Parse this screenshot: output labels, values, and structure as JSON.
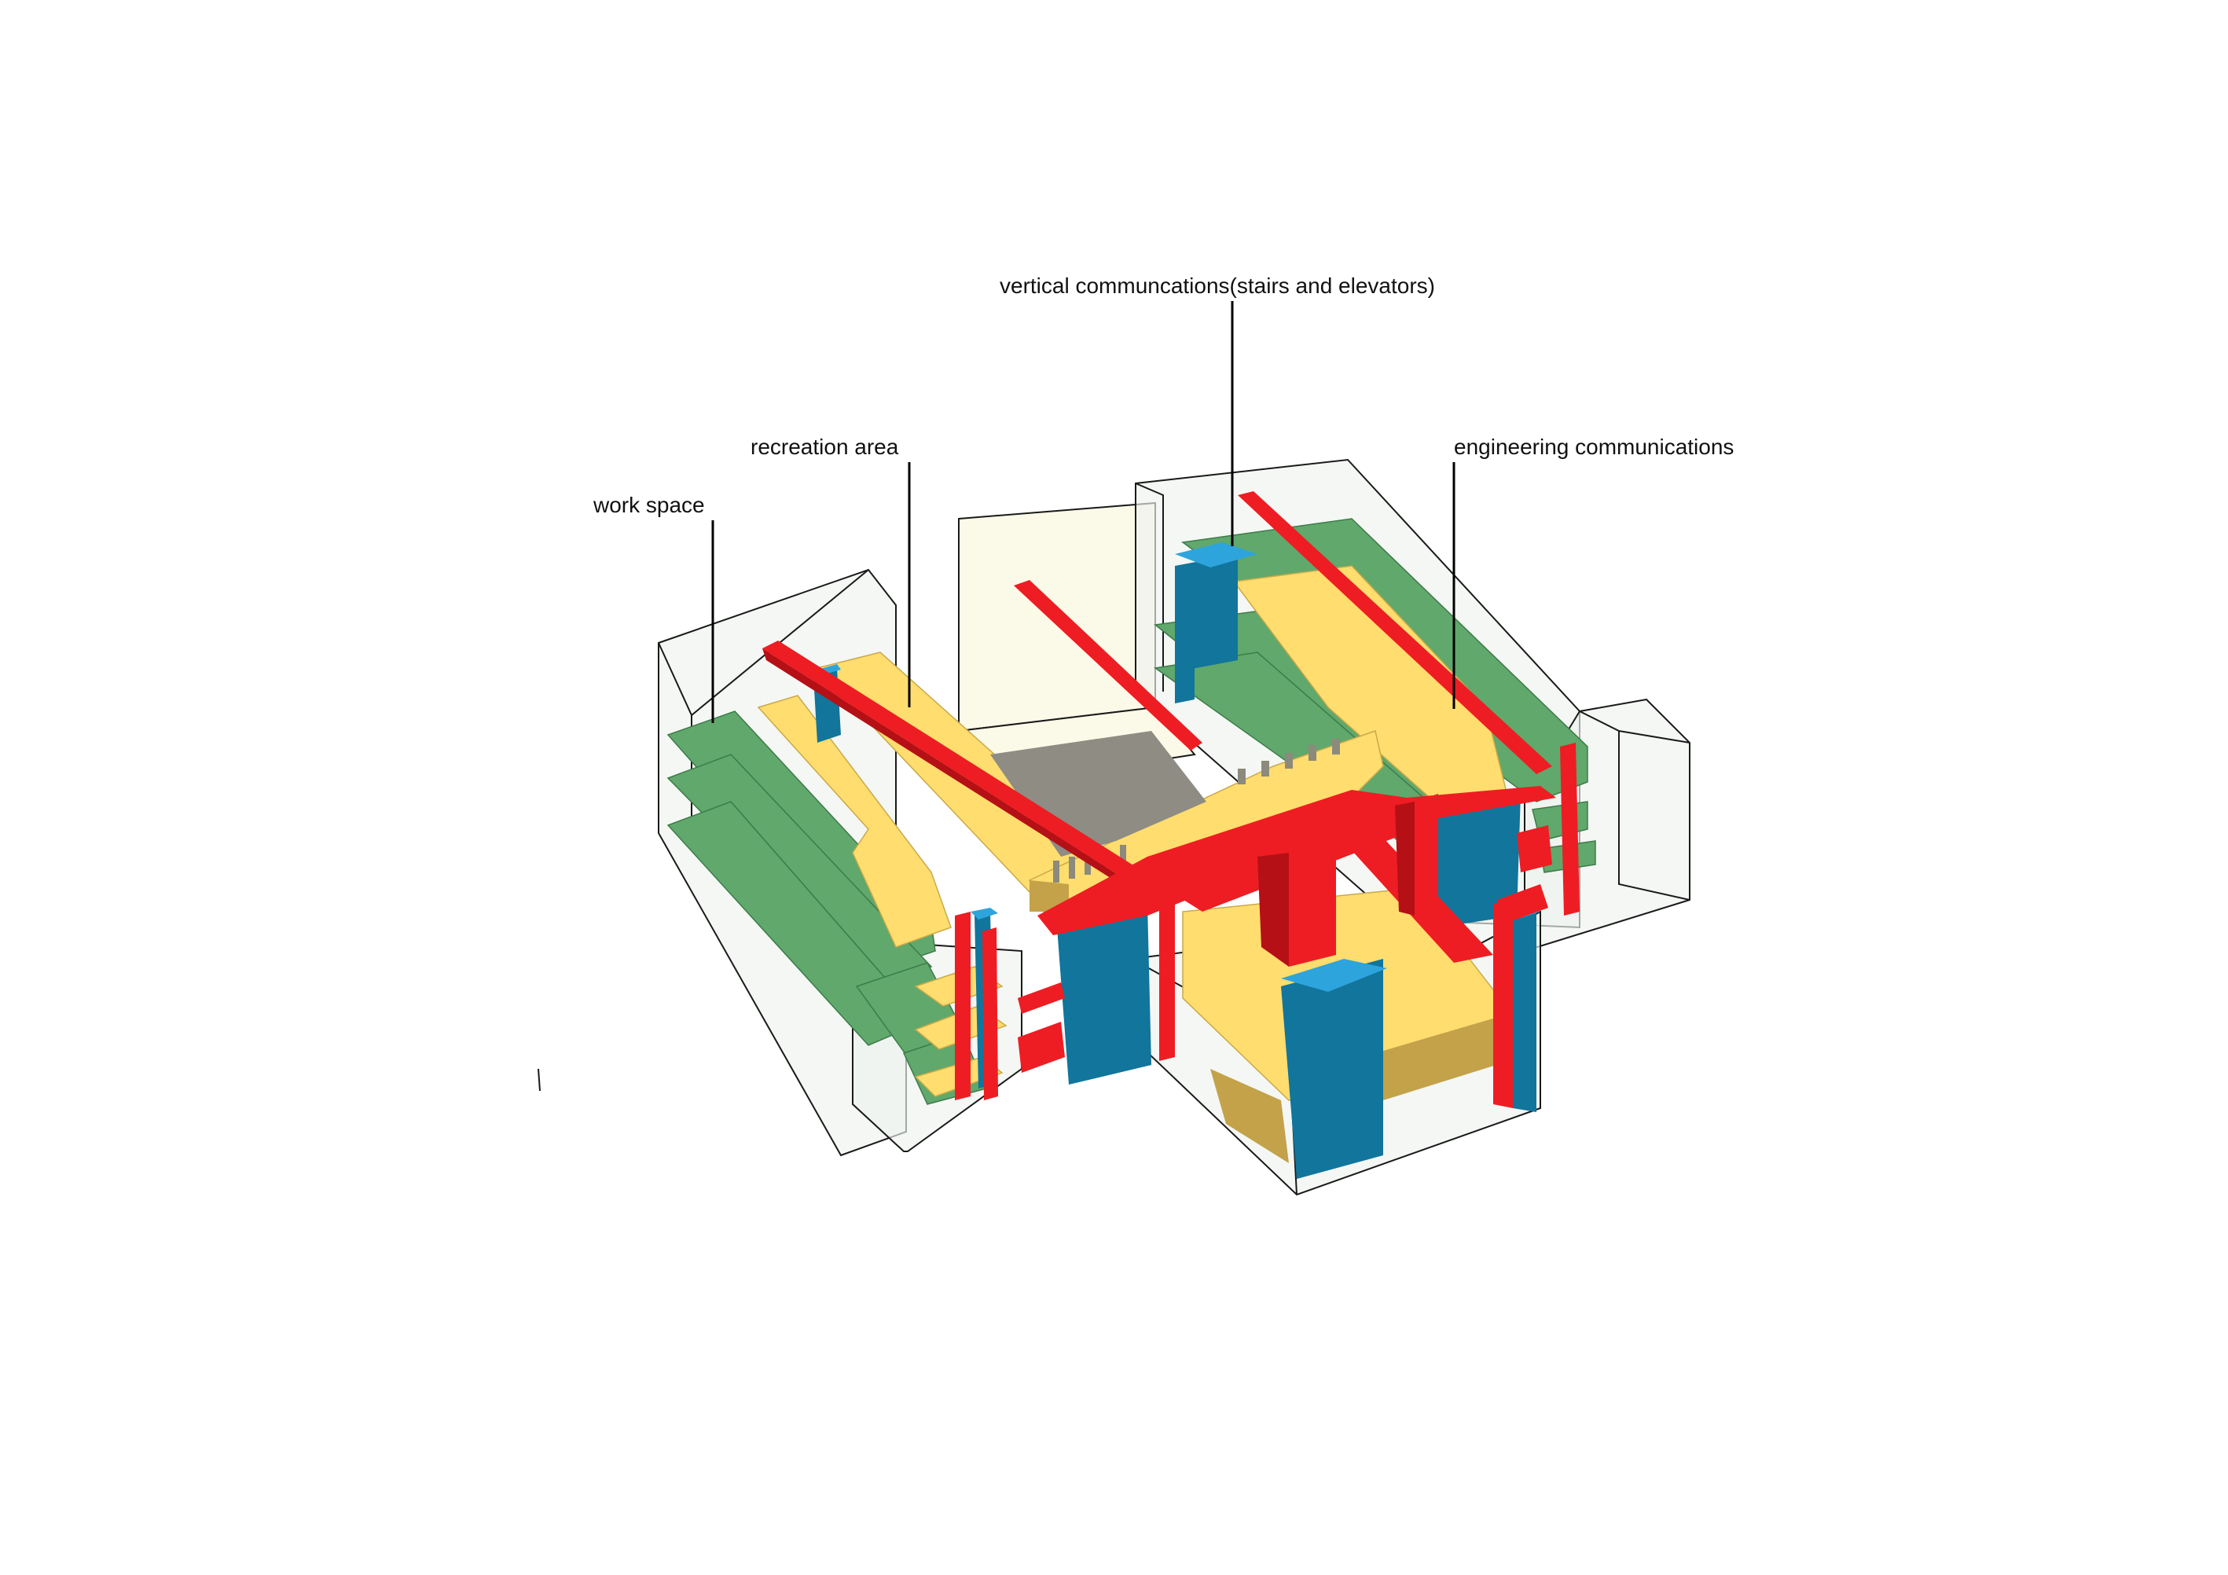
{
  "labels": {
    "vertical": "vertical communcations(stairs and elevators)",
    "recreation": "recreation area",
    "engineering": "engineering communications",
    "work": "work space"
  },
  "colors": {
    "work_space": "#60a86c",
    "recreation_area": "#ffdd6e",
    "engineering_communications": "#ee1d23",
    "vertical_communications": "#11759c",
    "vertical_communications_top": "#2ea4dc",
    "courtyard": "#8e8c83",
    "shell": "#eef3ee"
  }
}
